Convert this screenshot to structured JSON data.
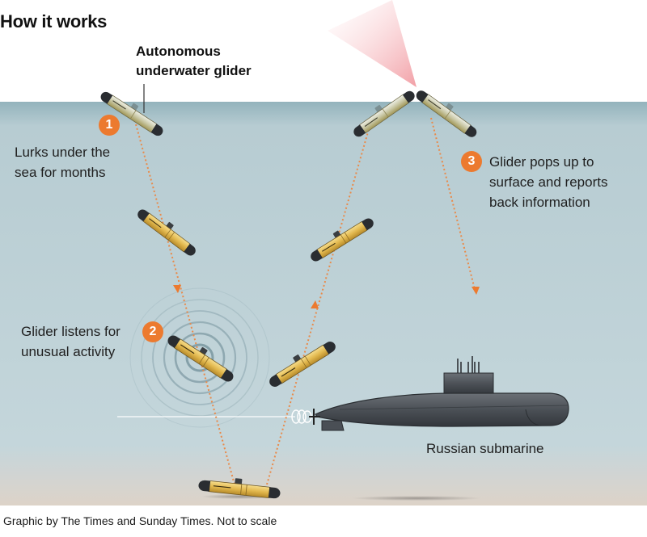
{
  "title": "How it works",
  "glider_label": {
    "line1": "Autonomous",
    "line2": "underwater glider"
  },
  "steps": [
    {
      "number": "1",
      "line1": "Lurks under the",
      "line2": "sea for months"
    },
    {
      "number": "2",
      "line1": "Glider listens for",
      "line2": "unusual activity"
    },
    {
      "number": "3",
      "line1": "Glider pops up to",
      "line2": "surface and reports",
      "line3": "back information"
    }
  ],
  "submarine_label": "Russian submarine",
  "footer": "Graphic by The Times and Sunday Times. Not to scale",
  "colors": {
    "accent_orange": "#ec7a2f",
    "sea_top": "#93b3bc",
    "sea_mid": "#c3d5da",
    "seabed": "#ddd3c8",
    "glider_yellow": "#e8c25a",
    "submarine_grey": "#4a4f55",
    "signal_red": "#f3a0a5"
  }
}
